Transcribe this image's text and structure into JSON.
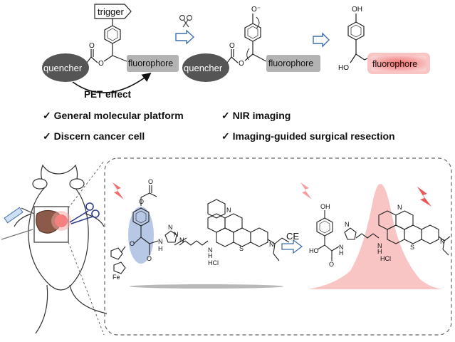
{
  "scheme": {
    "trigger_label": "trigger",
    "quencher_label": "quencher",
    "fluorophore_label": "fluorophore",
    "pet_label": "PET effect",
    "oh_label": "OH",
    "ho_label": "HO",
    "o_label": "O",
    "o_minus_label": "O⁻"
  },
  "bullets": [
    {
      "text": "General molecular platform"
    },
    {
      "text": "Discern cancer cell"
    },
    {
      "text": "NIR imaging"
    },
    {
      "text": "Imaging-guided surgical resection"
    }
  ],
  "check_glyph": "✓",
  "probe": {
    "ce_label": "CE",
    "fe_label": "Fe",
    "n_label": "N",
    "s_label": "S",
    "hcl_label": "HCl",
    "oh_label": "OH",
    "ho_label": "HO",
    "h_label": "H",
    "o_label": "O"
  },
  "colors": {
    "quencher": "#555555",
    "fluorophore_box": "#b3b3b3",
    "fluorophore_glow": "#f7a6a6",
    "emission": "#f9c4c4",
    "lightning": "#f07070",
    "arrow": "#3f6fb0",
    "highlight": "#b7c8e6"
  }
}
